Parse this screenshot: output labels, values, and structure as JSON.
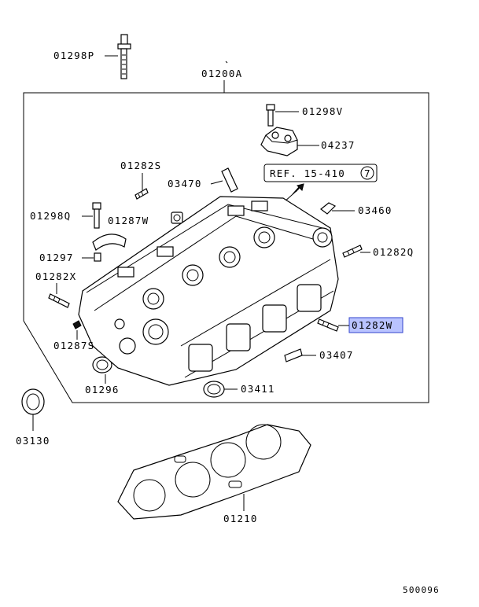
{
  "diagram": {
    "callouts": {
      "bolt_top": "01298P",
      "head_assembly": "01200A",
      "bolt_v": "01298V",
      "bracket": "04237",
      "ref_label": "REF. 15-410",
      "ref_num": "7",
      "stud_s": "01282S",
      "pin_3470": "03470",
      "bolt_q": "01298Q",
      "plug_w": "01287W",
      "dowel_3460": "03460",
      "cap_1297": "01297",
      "stud_q": "01282Q",
      "stud_x": "01282X",
      "stud_w": "01282W",
      "plug_s": "01287S",
      "seal_3407": "03407",
      "ring_1296": "01296",
      "ring_3411": "03411",
      "seal_3130": "03130",
      "gasket": "01210",
      "drawing_no": "500096"
    },
    "highlight_color": "#b9c3ff"
  }
}
